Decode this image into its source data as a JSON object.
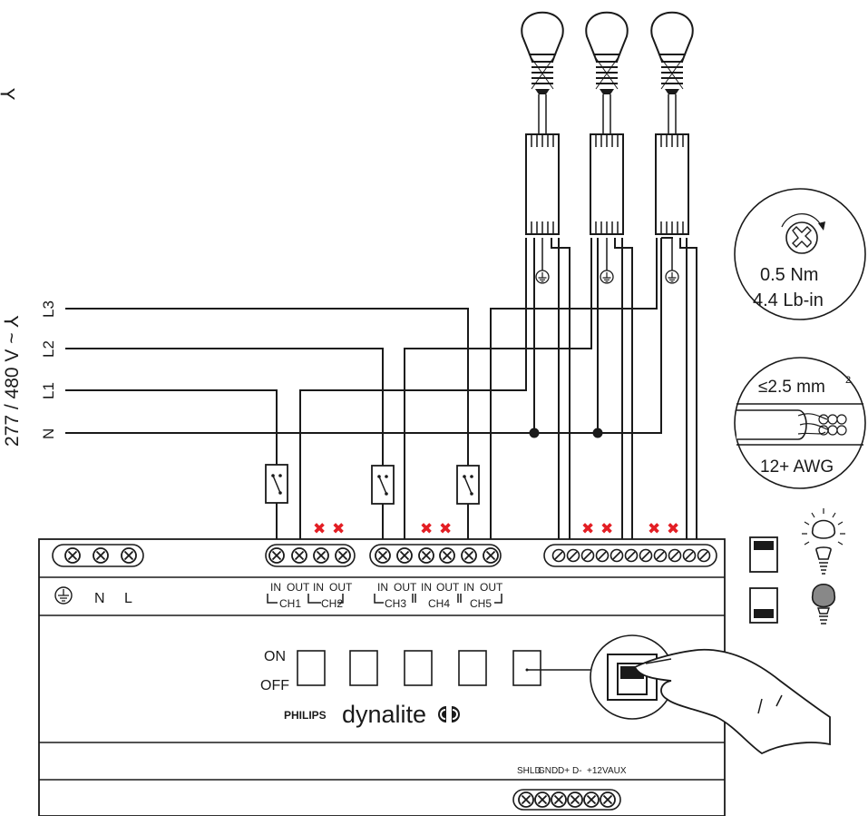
{
  "supply": {
    "voltage_label": "277 / 480 V ~ ⅄",
    "top_partial_label": "⅄",
    "lines": [
      "L3",
      "L2",
      "L1",
      "N"
    ]
  },
  "terminals": {
    "ground_label": "N",
    "live_label": "L",
    "in": "IN",
    "out": "OUT",
    "channels": [
      "CH1",
      "CH2",
      "CH3",
      "CH4",
      "CH5"
    ]
  },
  "switch": {
    "on": "ON",
    "off": "OFF"
  },
  "brand": {
    "philips": "PHILIPS",
    "dynalite": "dynalite"
  },
  "bus_labels": [
    "SHLD",
    "GND",
    "D+",
    "D-",
    "+12V",
    "AUX"
  ],
  "torque": {
    "nm": "0.5 Nm",
    "lbin": "4.4 Lb-in"
  },
  "wire_spec": {
    "mm": "≤2.5 mm",
    "mm_sup": "2",
    "awg": "12+ AWG"
  },
  "icons": [
    "lamp-on-icon",
    "lamp-off-icon",
    "screw-icon",
    "ground-icon",
    "cable-icon",
    "hand-icon"
  ],
  "colors": {
    "accent_cross": "#e31e24",
    "line": "#1a1a1a"
  }
}
